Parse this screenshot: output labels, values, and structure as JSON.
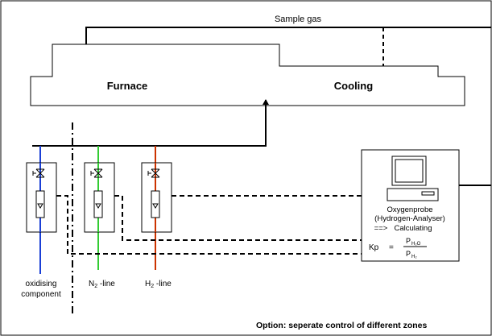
{
  "labels": {
    "sample_gas": "Sample gas",
    "furnace": "Furnace",
    "cooling": "Cooling",
    "oxidising_line1": "oxidising",
    "oxidising_line2": "component",
    "n2_prefix": "N",
    "n2_sub": "2",
    "n2_suffix": " -line",
    "h2_prefix": "H",
    "h2_sub": "2",
    "h2_suffix": " -line",
    "oxygenprobe": "Oxygenprobe",
    "hydrogen_analyser": "(Hydrogen-Analyser)",
    "calculating_arrow": "==>",
    "calculating": "Calculating",
    "kp": "Kp",
    "eq": "=",
    "numerator_p": "P",
    "numerator_sub": "H₂O",
    "denominator_p": "P",
    "denominator_sub": "H₂",
    "option": "Option: seperate control of different zones"
  },
  "colors": {
    "oxidising_line": "#1a3fd6",
    "n2_line": "#33cc33",
    "h2_line": "#cc3300",
    "stroke": "#000000"
  },
  "icons": {
    "valve": "valve-icon",
    "flowmeter": "flowmeter-icon",
    "computer": "computer-icon"
  }
}
